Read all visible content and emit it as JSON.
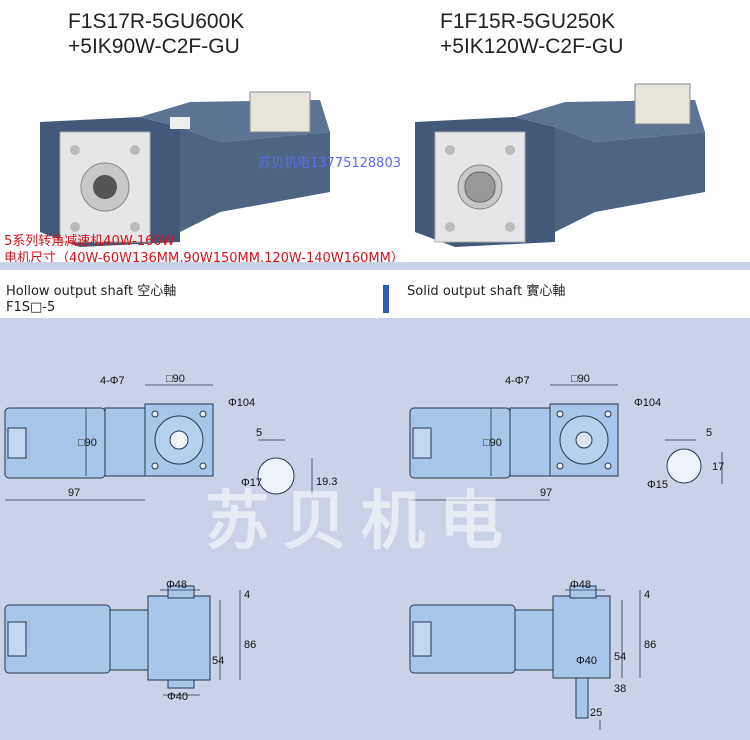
{
  "products": [
    {
      "model_line1": "F1S17R-5GU600K",
      "model_line2": "+5IK90W-C2F-GU"
    },
    {
      "model_line1": "F1F15R-5GU250K",
      "model_line2": "+5IK120W-C2F-GU"
    }
  ],
  "watermark_phone": "苏贝机电13775128803",
  "series_note": "5系列转角减速机40W-160W",
  "motor_size_note": "电机尺寸（40W-60W136MM,90W150MM,120W-140W160MM）",
  "sections": {
    "hollow_title": "Hollow output shaft 空心軸",
    "hollow_code": "F1S□-5",
    "solid_title": "Solid output shaft 實心軸"
  },
  "watermark_big": "苏贝机电",
  "dims": {
    "holes": "4-Φ7",
    "sq90": "□90",
    "d104": "Φ104",
    "v5": "5",
    "d17": "Φ17",
    "v193": "19.3",
    "v97": "97",
    "d15": "Φ15",
    "v17": "17",
    "d48": "Φ48",
    "v4": "4",
    "v54": "54",
    "v86": "86",
    "d40": "Φ40",
    "v38": "38",
    "v25": "25"
  },
  "colors": {
    "motor_body": "#4f6483",
    "drawing_fill": "#a9c6ea",
    "sheet_bg": "#c9d2e6",
    "red_text": "#d8121a"
  }
}
